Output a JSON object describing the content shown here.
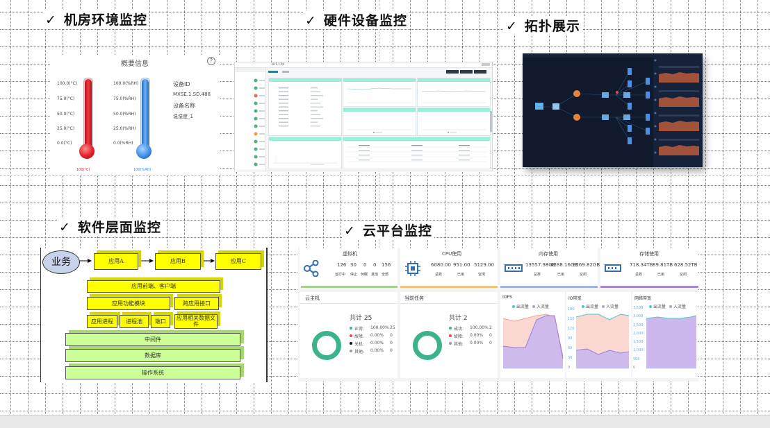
{
  "sections": {
    "env": "机房环境监控",
    "hardware": "硬件设备监控",
    "topology": "拓扑展示",
    "software": "软件层面监控",
    "cloud": "云平台监控"
  },
  "check_mark": "✓",
  "env_panel": {
    "title": "概要信息",
    "help": "?",
    "temp_scale": [
      "100.0(°C)",
      "75.0(°C)",
      "50.0(°C)",
      "25.0(°C)",
      "0.0(°C)"
    ],
    "hum_scale": [
      "100.0(%RH)",
      "75.0(%RH)",
      "50.0(%RH)",
      "25.0(%RH)",
      "0.0(%RH)"
    ],
    "temp_value": "100(°C)",
    "hum_value": "100(%RH)",
    "temp_level": 1.0,
    "hum_level": 1.0,
    "device_id_label": "设备ID",
    "device_id_value": "MXSE.1.SD.488",
    "device_name_label": "设备名称",
    "device_name_value": "温湿度_1"
  },
  "hardware_panel": {
    "title": "10.1.1.50"
  },
  "software_panel": {
    "business": "业务",
    "app_a": "应用A",
    "app_b": "应用B",
    "app_c": "应用C",
    "frontend": "应用前端、客户端",
    "function_module": "应用功能模块",
    "cross_app": "跨应用接口",
    "process": "应用进程",
    "thread_pool": "进程池",
    "port": "端口",
    "related_files": "应用相关数据文件",
    "middleware": "中间件",
    "database": "数据库",
    "os": "操作系统"
  },
  "cloud_panel": {
    "cards": [
      {
        "title": "虚拟机",
        "values": [
          "126",
          "30",
          "0",
          "0",
          "156"
        ],
        "labels": [
          "运行中",
          "停止",
          "休眠",
          "其他",
          "全部"
        ],
        "color": "#7fc36b"
      },
      {
        "title": "CPU使用",
        "values": [
          "6080.00",
          "951.00",
          "5129.00"
        ],
        "labels": [
          "总数",
          "已用",
          "空闲"
        ],
        "color": "#f6b26b"
      },
      {
        "title": "内存使用",
        "values": [
          "13557.98GB",
          "4288.16GB",
          "9269.82GB"
        ],
        "labels": [
          "总数",
          "已用",
          "空闲"
        ],
        "color": "#8faadc"
      },
      {
        "title": "存储使用",
        "values": [
          "718.34TB",
          "89.81TB",
          "628.52TB"
        ],
        "labels": [
          "总数",
          "已用",
          "空闲"
        ],
        "color": "#a48ad3"
      }
    ],
    "hosts": {
      "title": "云主机",
      "total": "共计 25",
      "rows": [
        {
          "label": "正常:",
          "pct": "100.00%",
          "count": "25",
          "color": "#3db389"
        },
        {
          "label": "故障:",
          "pct": "0.00%",
          "count": "0",
          "color": "#e74c3c"
        },
        {
          "label": "关机:",
          "pct": "0.00%",
          "count": "0",
          "color": "#111111"
        },
        {
          "label": "其他:",
          "pct": "0.00%",
          "count": "0",
          "color": "#999999"
        }
      ]
    },
    "tasks": {
      "title": "当前任务",
      "total": "共计 2",
      "rows": [
        {
          "label": "成功:",
          "pct": "100.00%",
          "count": "2",
          "color": "#3db389"
        },
        {
          "label": "故障:",
          "pct": "0.00%",
          "count": "0",
          "color": "#e74c3c"
        },
        {
          "label": "其他:",
          "pct": "0.00%",
          "count": "0",
          "color": "#999999"
        }
      ]
    },
    "iops": {
      "title": "IOPS",
      "legend_out": "出流量",
      "legend_in": "入流量"
    },
    "io": {
      "title": "IO带宽",
      "legend_out": "出流量",
      "legend_in": "入流量",
      "yticks": [
        "180",
        "150",
        "120",
        "90",
        "60",
        "30",
        "0"
      ]
    },
    "net": {
      "title": "网络带宽",
      "legend_out": "出流量",
      "legend_in": "入流量",
      "yticks": [
        "3,500",
        "3,000",
        "2,500",
        "2,000",
        "1,500",
        "1,000",
        "500",
        "0"
      ]
    }
  },
  "colors": {
    "thermo_red": "#e0202a",
    "thermo_blue": "#3f8fe8",
    "software_yellow": "#ffff00",
    "software_green": "#ccff99",
    "hardware_header": "#97f0d7",
    "topology_bg": "#101a2c",
    "cloud_donut": "#3db389"
  }
}
